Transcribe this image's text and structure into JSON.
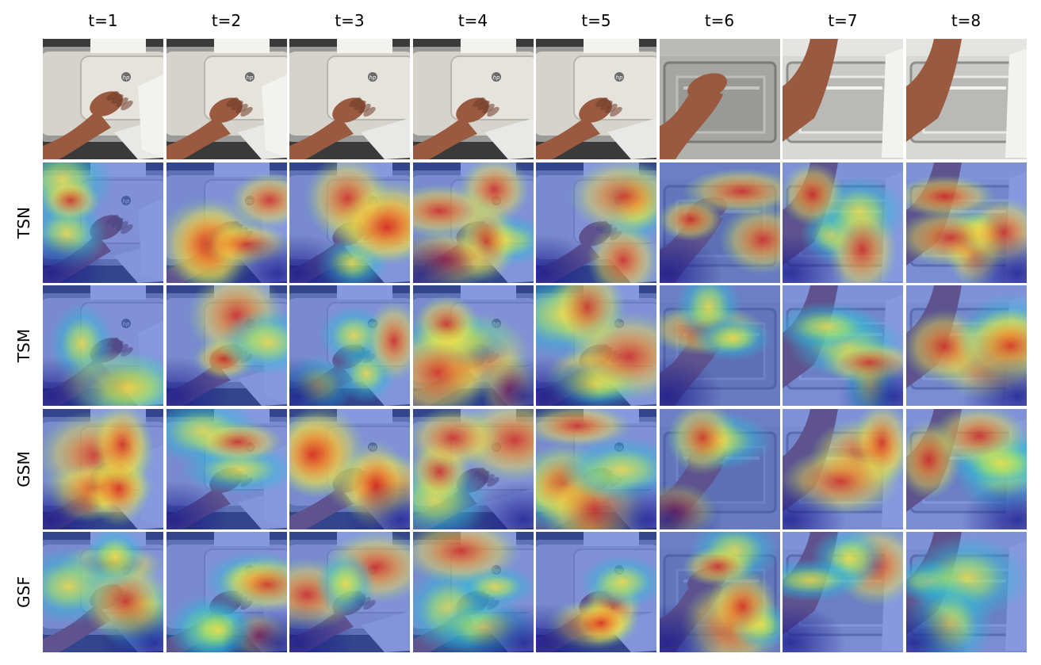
{
  "columns": [
    "t=1",
    "t=2",
    "t=3",
    "t=4",
    "t=5",
    "t=6",
    "t=7",
    "t=8"
  ],
  "rows": [
    {
      "label": "",
      "kind": "frame"
    },
    {
      "label": "TSN",
      "kind": "heatmap"
    },
    {
      "label": "TSM",
      "kind": "heatmap"
    },
    {
      "label": "GSM",
      "kind": "heatmap"
    },
    {
      "label": "GSF",
      "kind": "heatmap"
    }
  ],
  "scene": {
    "description_icon": "printer-hand-icon",
    "brand_text": "hp",
    "colors": {
      "background": "#3a3a3a",
      "printer_body": "#d6d3cc",
      "printer_panel": "#e6e3dc",
      "printer_frame": "#9a9a98",
      "paper": "#f2f2ef",
      "skin": "#9a5a40",
      "skin_shadow": "#6e3a28",
      "desk_dark": "#2a2a2a"
    }
  },
  "heatmap_colors": [
    "#1a1a8c",
    "#2e4fd0",
    "#2fb8d8",
    "#8fe07a",
    "#f0e04a",
    "#f09030",
    "#d82c20"
  ]
}
